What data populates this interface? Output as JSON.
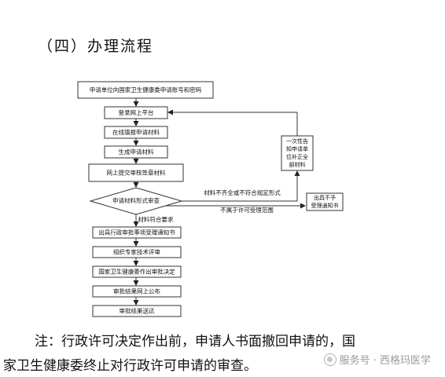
{
  "heading": "（四）办理流程",
  "flow": {
    "steps": [
      "申请单位向国家卫生健康委申请账号和密码",
      "登录网上平台",
      "在线填报申请材料",
      "生成申请材料",
      "网上提交审核签章材料",
      "申请材料形式审查",
      "出具行政审批事项受理通知书",
      "组织专家技术评审",
      "国家卫生健康委作出审批决定",
      "审批结果网上公布",
      "审批结果送达"
    ],
    "side_note": [
      "一次性告",
      "知申请单",
      "位补正全",
      "部材料"
    ],
    "reject_box": [
      "出具不予",
      "受理通知书"
    ],
    "edge_labels": {
      "incomplete": "材料不齐全或不符合规定形式",
      "out_of_scope": "不属于许可受理范围",
      "meets": "材料符合要求"
    }
  },
  "note_lines": [
    "注：行政许可决定作出前，申请人书面撤回申请的，国",
    "家卫生健康委终止对行政许可申请的审查。"
  ],
  "watermark": "服务号 · 西格玛医学"
}
